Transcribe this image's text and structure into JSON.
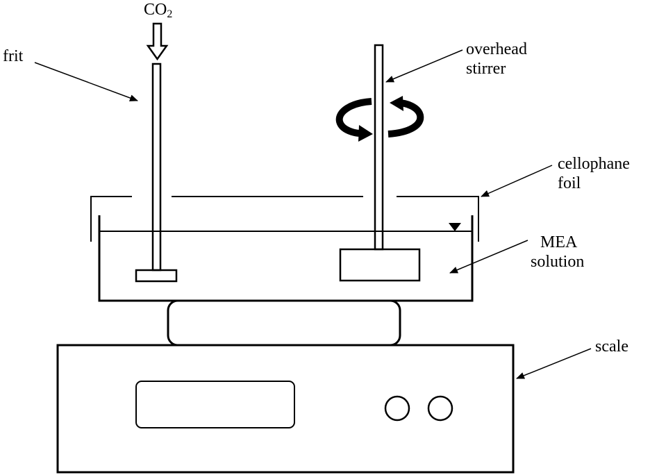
{
  "labels": {
    "co2": {
      "main": "CO",
      "sub": "2"
    },
    "frit": "frit",
    "overhead_stirrer": [
      "overhead",
      "stirrer"
    ],
    "cellophane_foil": [
      "cellophane",
      "foil"
    ],
    "mea_solution": [
      "MEA",
      "solution"
    ],
    "scale": "scale"
  },
  "colors": {
    "stroke": "#000000",
    "background": "#ffffff"
  }
}
